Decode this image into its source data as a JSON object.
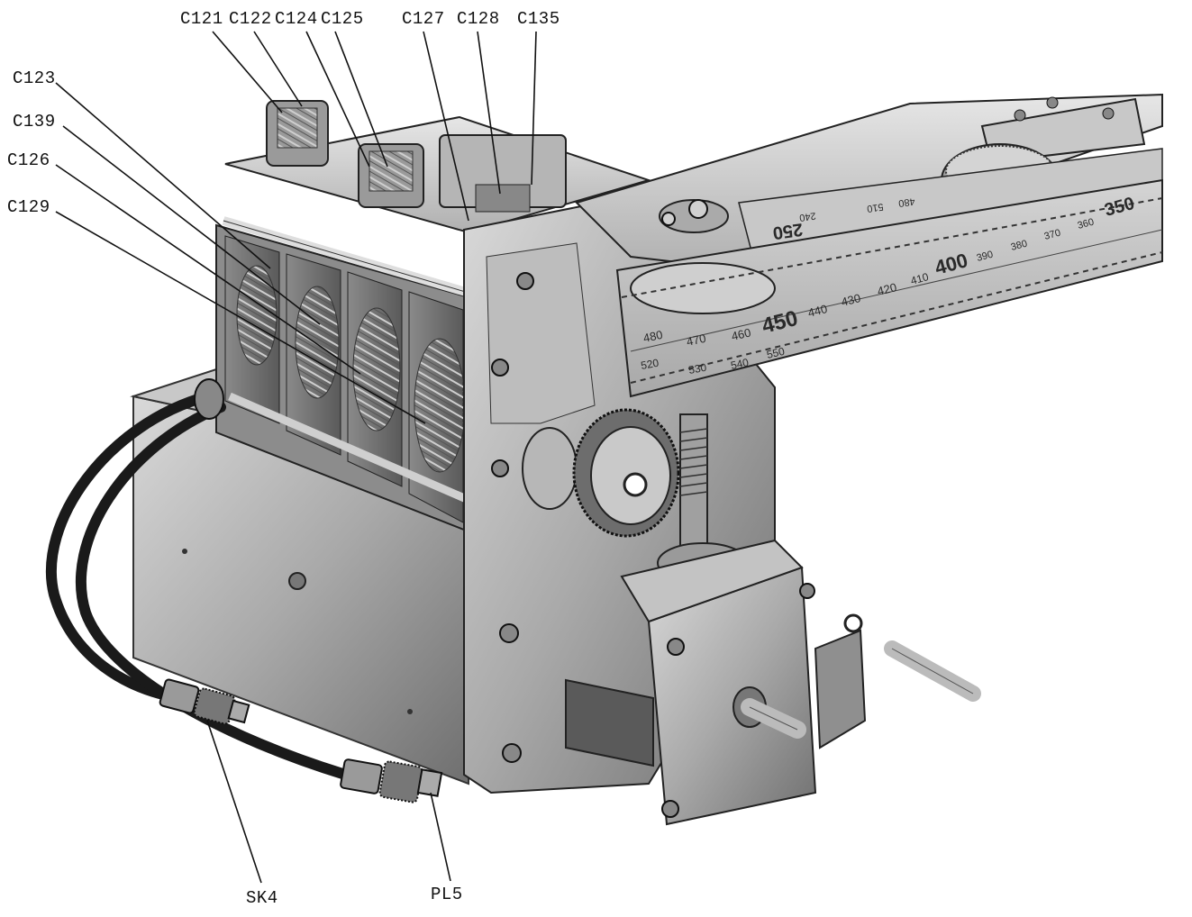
{
  "figure": {
    "callouts": {
      "c121": "C121",
      "c122": "C122",
      "c124": "C124",
      "c125": "C125",
      "c127": "C127",
      "c128": "C128",
      "c135": "C135",
      "c123": "C123",
      "c139": "C139",
      "c126": "C126",
      "c129": "C129",
      "sk4": "SK4",
      "pl5": "PL5"
    },
    "dial_scale": {
      "upper_row": [
        "480",
        "470",
        "460",
        "450",
        "440",
        "430",
        "420",
        "410",
        "400",
        "390",
        "380",
        "370",
        "360",
        "350"
      ],
      "lower_row": [
        "520",
        "530",
        "540",
        "550"
      ],
      "far_row": [
        "250",
        "240",
        "510",
        "480"
      ]
    }
  }
}
